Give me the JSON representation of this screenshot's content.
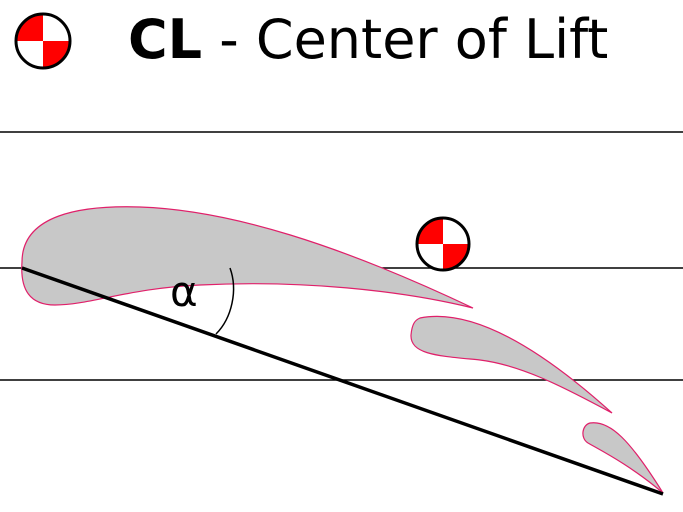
{
  "title": {
    "abbr": "CL",
    "separator": " - ",
    "text": "Center of Lift"
  },
  "diagram": {
    "angle_label": "α",
    "colors": {
      "marker_red": "#ff0000",
      "airfoil_fill": "#c8c8c8",
      "airfoil_stroke": "#e0206a"
    }
  }
}
